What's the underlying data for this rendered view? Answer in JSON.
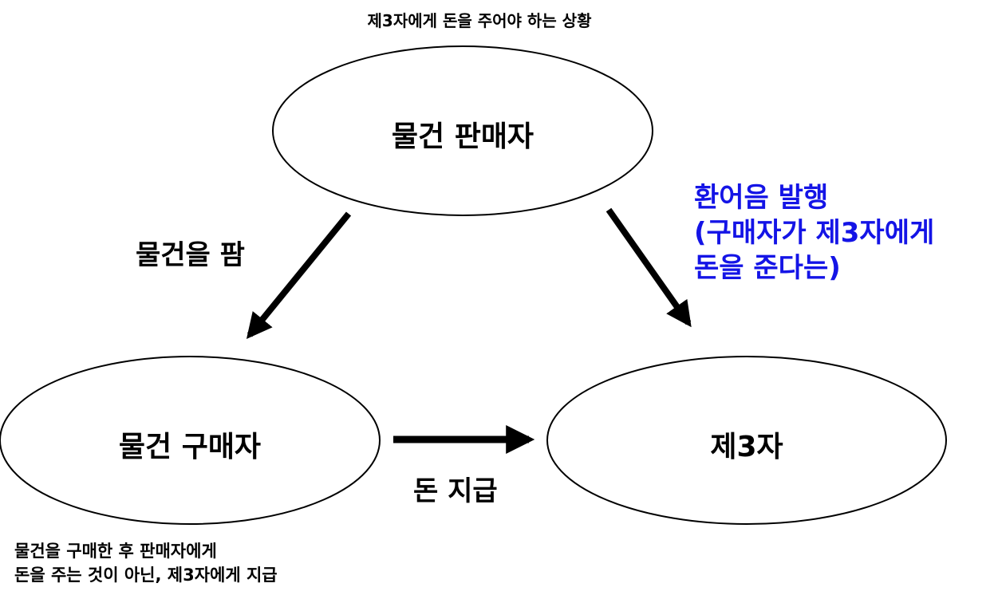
{
  "caption_top": "제3자에게 돈을 주어야 하는 상황",
  "nodes": {
    "seller": "물건 판매자",
    "buyer": "물건 구매자",
    "third_party": "제3자"
  },
  "edges": {
    "seller_to_buyer": "물건을 팜",
    "seller_to_third": {
      "line1": "환어음 발행",
      "line2": "(구매자가 제3자에게",
      "line3": "돈을 준다는)"
    },
    "buyer_to_third": "돈 지급"
  },
  "caption_bottom": {
    "line1": "물건을 구매한 후 판매자에게",
    "line2": "돈을 주는 것이 아닌, 제3자에게 지급"
  },
  "colors": {
    "highlight_text": "#1414e6",
    "stroke": "#000000"
  }
}
